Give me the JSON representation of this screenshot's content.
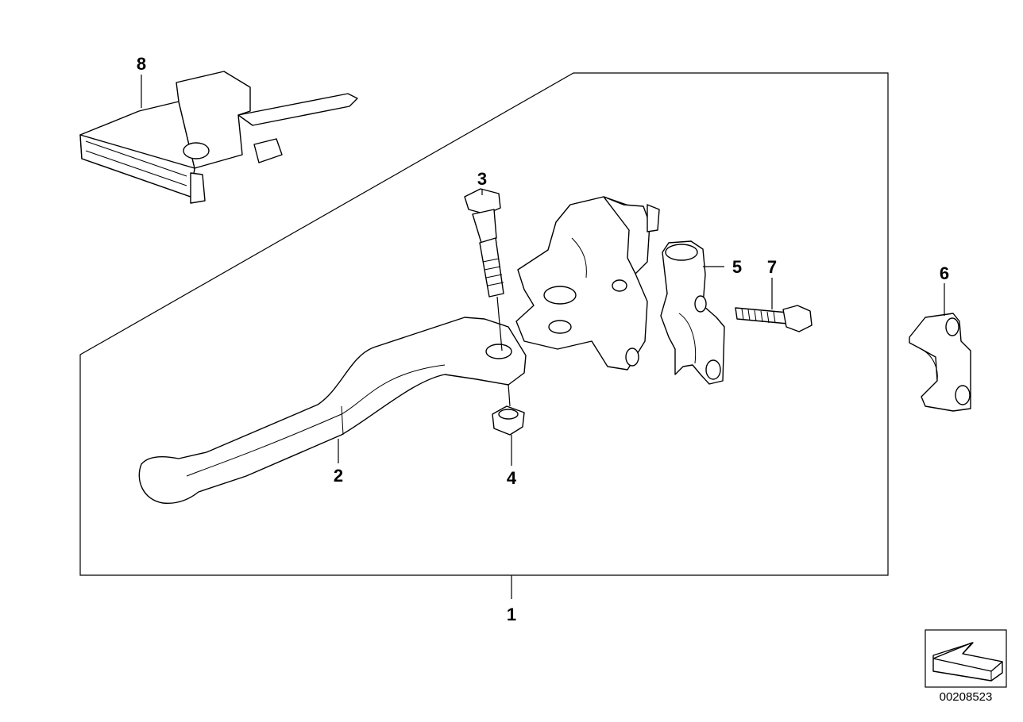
{
  "diagram": {
    "callouts": {
      "c1": "1",
      "c2": "2",
      "c3": "3",
      "c4": "4",
      "c5": "5",
      "c6": "6",
      "c7": "7",
      "c8": "8"
    },
    "part_number": "00208523",
    "orientation_icon": "iso-arrow-icon"
  }
}
